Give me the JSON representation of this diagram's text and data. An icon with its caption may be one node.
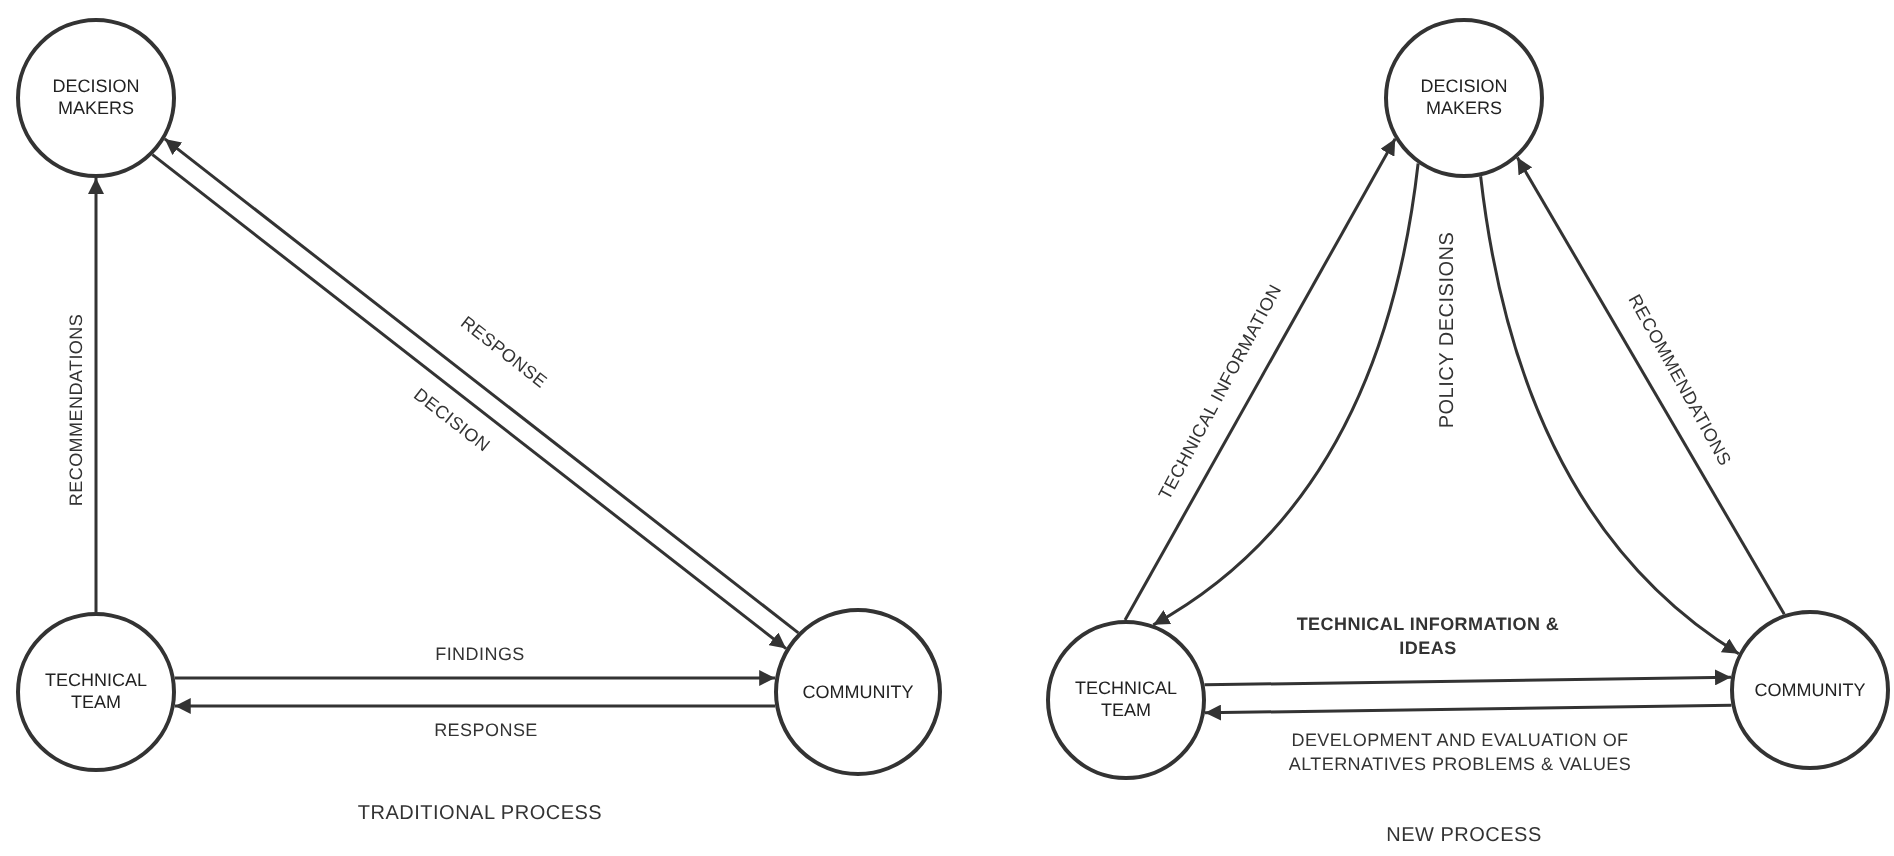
{
  "diagram": {
    "nodes": [
      {
        "text": [
          "DECISION MAKERS"
        ]
      },
      {
        "text": [
          "TECHNICAL TEAM"
        ]
      },
      {
        "text": [
          "COMMUNITY"
        ]
      },
      {
        "text": [
          "DECISION MAKERS"
        ]
      },
      {
        "text": [
          "TECHNICAL TEAM"
        ]
      },
      {
        "text": [
          "COMMUNITY"
        ]
      }
    ],
    "edges": [
      {
        "from": 1,
        "to": 0,
        "arrow": "to",
        "label": "RECOMMENDATIONS"
      },
      {
        "from": 2,
        "to": 0,
        "arrow": "to",
        "label": "RESPONSE"
      },
      {
        "from": 0,
        "to": 2,
        "arrow": "to",
        "label": "DECISION"
      },
      {
        "from": 1,
        "to": 2,
        "arrow": "to",
        "label": "FINDINGS"
      },
      {
        "from": 2,
        "to": 1,
        "arrow": "to",
        "label": "RESPONSE"
      },
      {
        "from": 4,
        "to": 3,
        "arrow": "to",
        "label": "TECHNICAL INFORMATION"
      },
      {
        "from": 3,
        "to": 4,
        "arrow": "to"
      },
      {
        "from": 3,
        "to": 5,
        "arrow": "to"
      },
      {
        "from": 5,
        "to": 3,
        "arrow": "to",
        "label": "RECOMMENDATIONS"
      },
      {
        "from": 4,
        "to": 5,
        "arrow": "to",
        "label": "TECHNICAL INFORMATION & IDEAS"
      },
      {
        "from": 5,
        "to": 4,
        "arrow": "to",
        "label": "DEVELOPMENT AND EVALUATION OF ALTERNATIVES PROBLEMS & VALUES"
      }
    ],
    "labels": [
      "POLICY DECISIONS",
      "TRADITIONAL PROCESS",
      "NEW PROCESS"
    ]
  }
}
